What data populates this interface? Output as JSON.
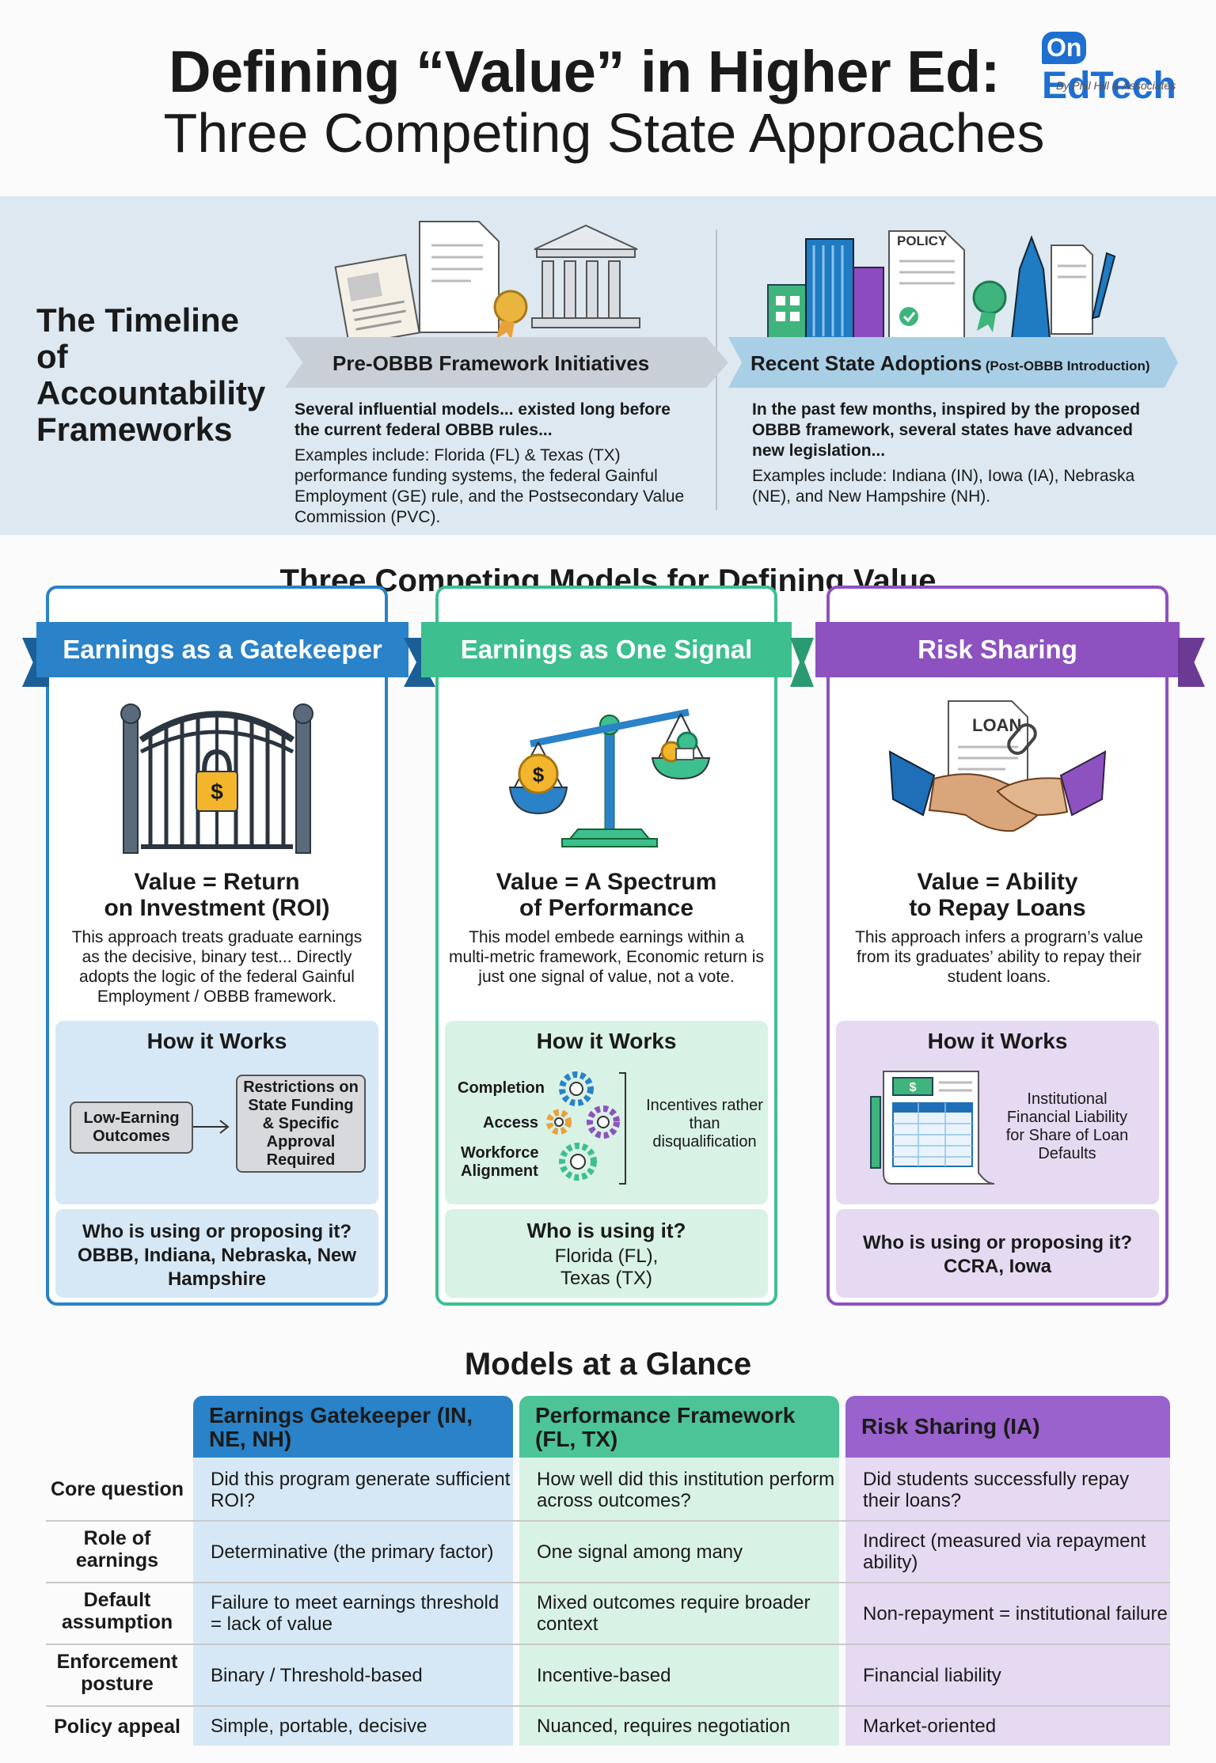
{
  "header": {
    "title_line1": "Defining “Value” in Higher Ed:",
    "title_line2": "Three Competing State Approaches",
    "logo_on": "On",
    "logo_edtech": "EdTech",
    "logo_by": "By Phil Hill & Associates"
  },
  "timeline": {
    "title": "The Timeline of Accountability Frameworks",
    "pre": {
      "label": "Pre-OBBB Framework Initiatives",
      "lead": "Several influential models... existed long before the current federal OBBB rules...",
      "examples": "Examples include: Florida (FL) & Texas (TX) performance funding systems, the federal Gainful Employment (GE) rule, and the Postsecondary Value Commission (PVC)."
    },
    "recent": {
      "label": "Recent State Adoptions",
      "label_small": "(Post-OBBB Introduction)",
      "policy_word": "POLICY",
      "lead": "In the past few months, inspired by the proposed OBBB framework, several states have advanced new legislation...",
      "examples": "Examples include: Indiana (IN), Iowa (IA), Nebraska (NE), and New Hampshire (NH)."
    }
  },
  "models_title": "Three Competing Models for Defining Value",
  "models": [
    {
      "ribbon": "Earnings as a Gatekeeper",
      "value_line1": "Value = Return",
      "value_line2": "on Investment (ROI)",
      "desc": "This approach treats graduate earnings as the decisive, binary test... Directly adopts the logic of the federal Gainful Employment / OBBB framework.",
      "how_title": "How it Works",
      "box1": "Low-Earning Outcomes",
      "box2": "Restrictions on State Funding & Specific Approval Required",
      "who_title": "Who is using or proposing it?",
      "who": "OBBB, Indiana, Nebraska, New Hampshire"
    },
    {
      "ribbon": "Earnings as One Signal",
      "value_line1": "Value = A Spectrum",
      "value_line2": "of Performance",
      "desc": "This model embede earnings within a multi-metric framework, Economic return is just one signal of value, not a vote.",
      "how_title": "How it Works",
      "items": [
        "Completion",
        "Access",
        "Workforce Alignment"
      ],
      "incentives": "Incentives rather than disqualification",
      "who_title": "Who is using it?",
      "who": "Florida (FL), Texas (TX)"
    },
    {
      "ribbon": "Risk Sharing",
      "value_line1": "Value = Ability",
      "value_line2": "to Repay Loans",
      "desc": "This approach infers a prograrn’s value from its graduates’ ability to repay their student loans.",
      "loan_word": "LOAN",
      "how_title": "How it Works",
      "liability": "Institutional Financial Liability for Share of Loan Defaults",
      "who_title": "Who is using or proposing it?",
      "who": "CCRA, Iowa"
    }
  ],
  "glance": {
    "title": "Models at a Glance",
    "headers": [
      "Earnings Gatekeeper (IN, NE, NH)",
      "Performance Framework (FL, TX)",
      "Risk Sharing (IA)"
    ],
    "rows": [
      {
        "label": "Core question",
        "cells": [
          "Did this program generate sufficient ROI?",
          "How well did this institution perform across outcomes?",
          "Did students successfully repay their loans?"
        ]
      },
      {
        "label": "Role of earnings",
        "cells": [
          "Determinative (the primary factor)",
          "One signal among many",
          "Indirect (measured via repayment ability)"
        ]
      },
      {
        "label": "Default assumption",
        "cells": [
          "Failure to meet earnings threshold = lack of value",
          "Mixed outcomes require broader context",
          "Non-repayment = institutional failure"
        ]
      },
      {
        "label": "Enforcement posture",
        "cells": [
          "Binary / Threshold-based",
          "Incentive-based",
          "Financial liability"
        ]
      },
      {
        "label": "Policy appeal",
        "cells": [
          "Simple, portable, decisive",
          "Nuanced, requires negotiation",
          "Market-oriented"
        ]
      }
    ]
  },
  "colors": {
    "blue": "#2a82c8",
    "green": "#3dbf8f",
    "purple": "#8d52c0",
    "blue_light": "#d6e8f5",
    "green_light": "#d9f2e6",
    "purple_light": "#e6daf2"
  }
}
